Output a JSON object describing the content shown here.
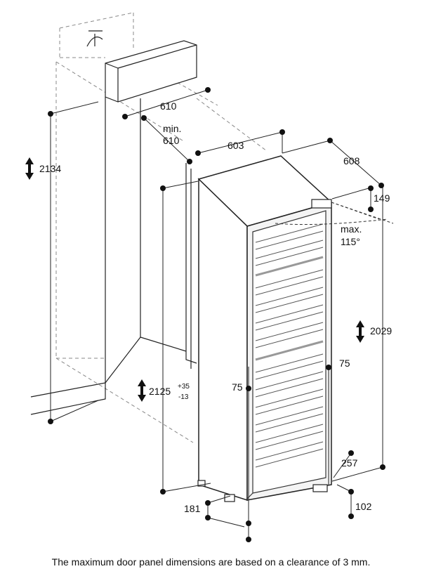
{
  "dimensions": {
    "niche_height": "2134",
    "niche_width": "610",
    "niche_min_label": "min.",
    "niche_min_value": "610",
    "cabinet_width": "603",
    "cabinet_depth": "608",
    "top_offset": "149",
    "door_angle_max": "max.",
    "door_angle_value": "115°",
    "cabinet_height": "2029",
    "niche_height_range": "2125",
    "tolerance_plus": "+35",
    "tolerance_minus": "-13",
    "side_gap_left": "75",
    "side_gap_right": "75",
    "bottom_offset": "257",
    "plinth_depth": "181",
    "foot_offset": "102"
  },
  "caption": "The maximum door panel dimensions are based on a clearance of 3 mm."
}
